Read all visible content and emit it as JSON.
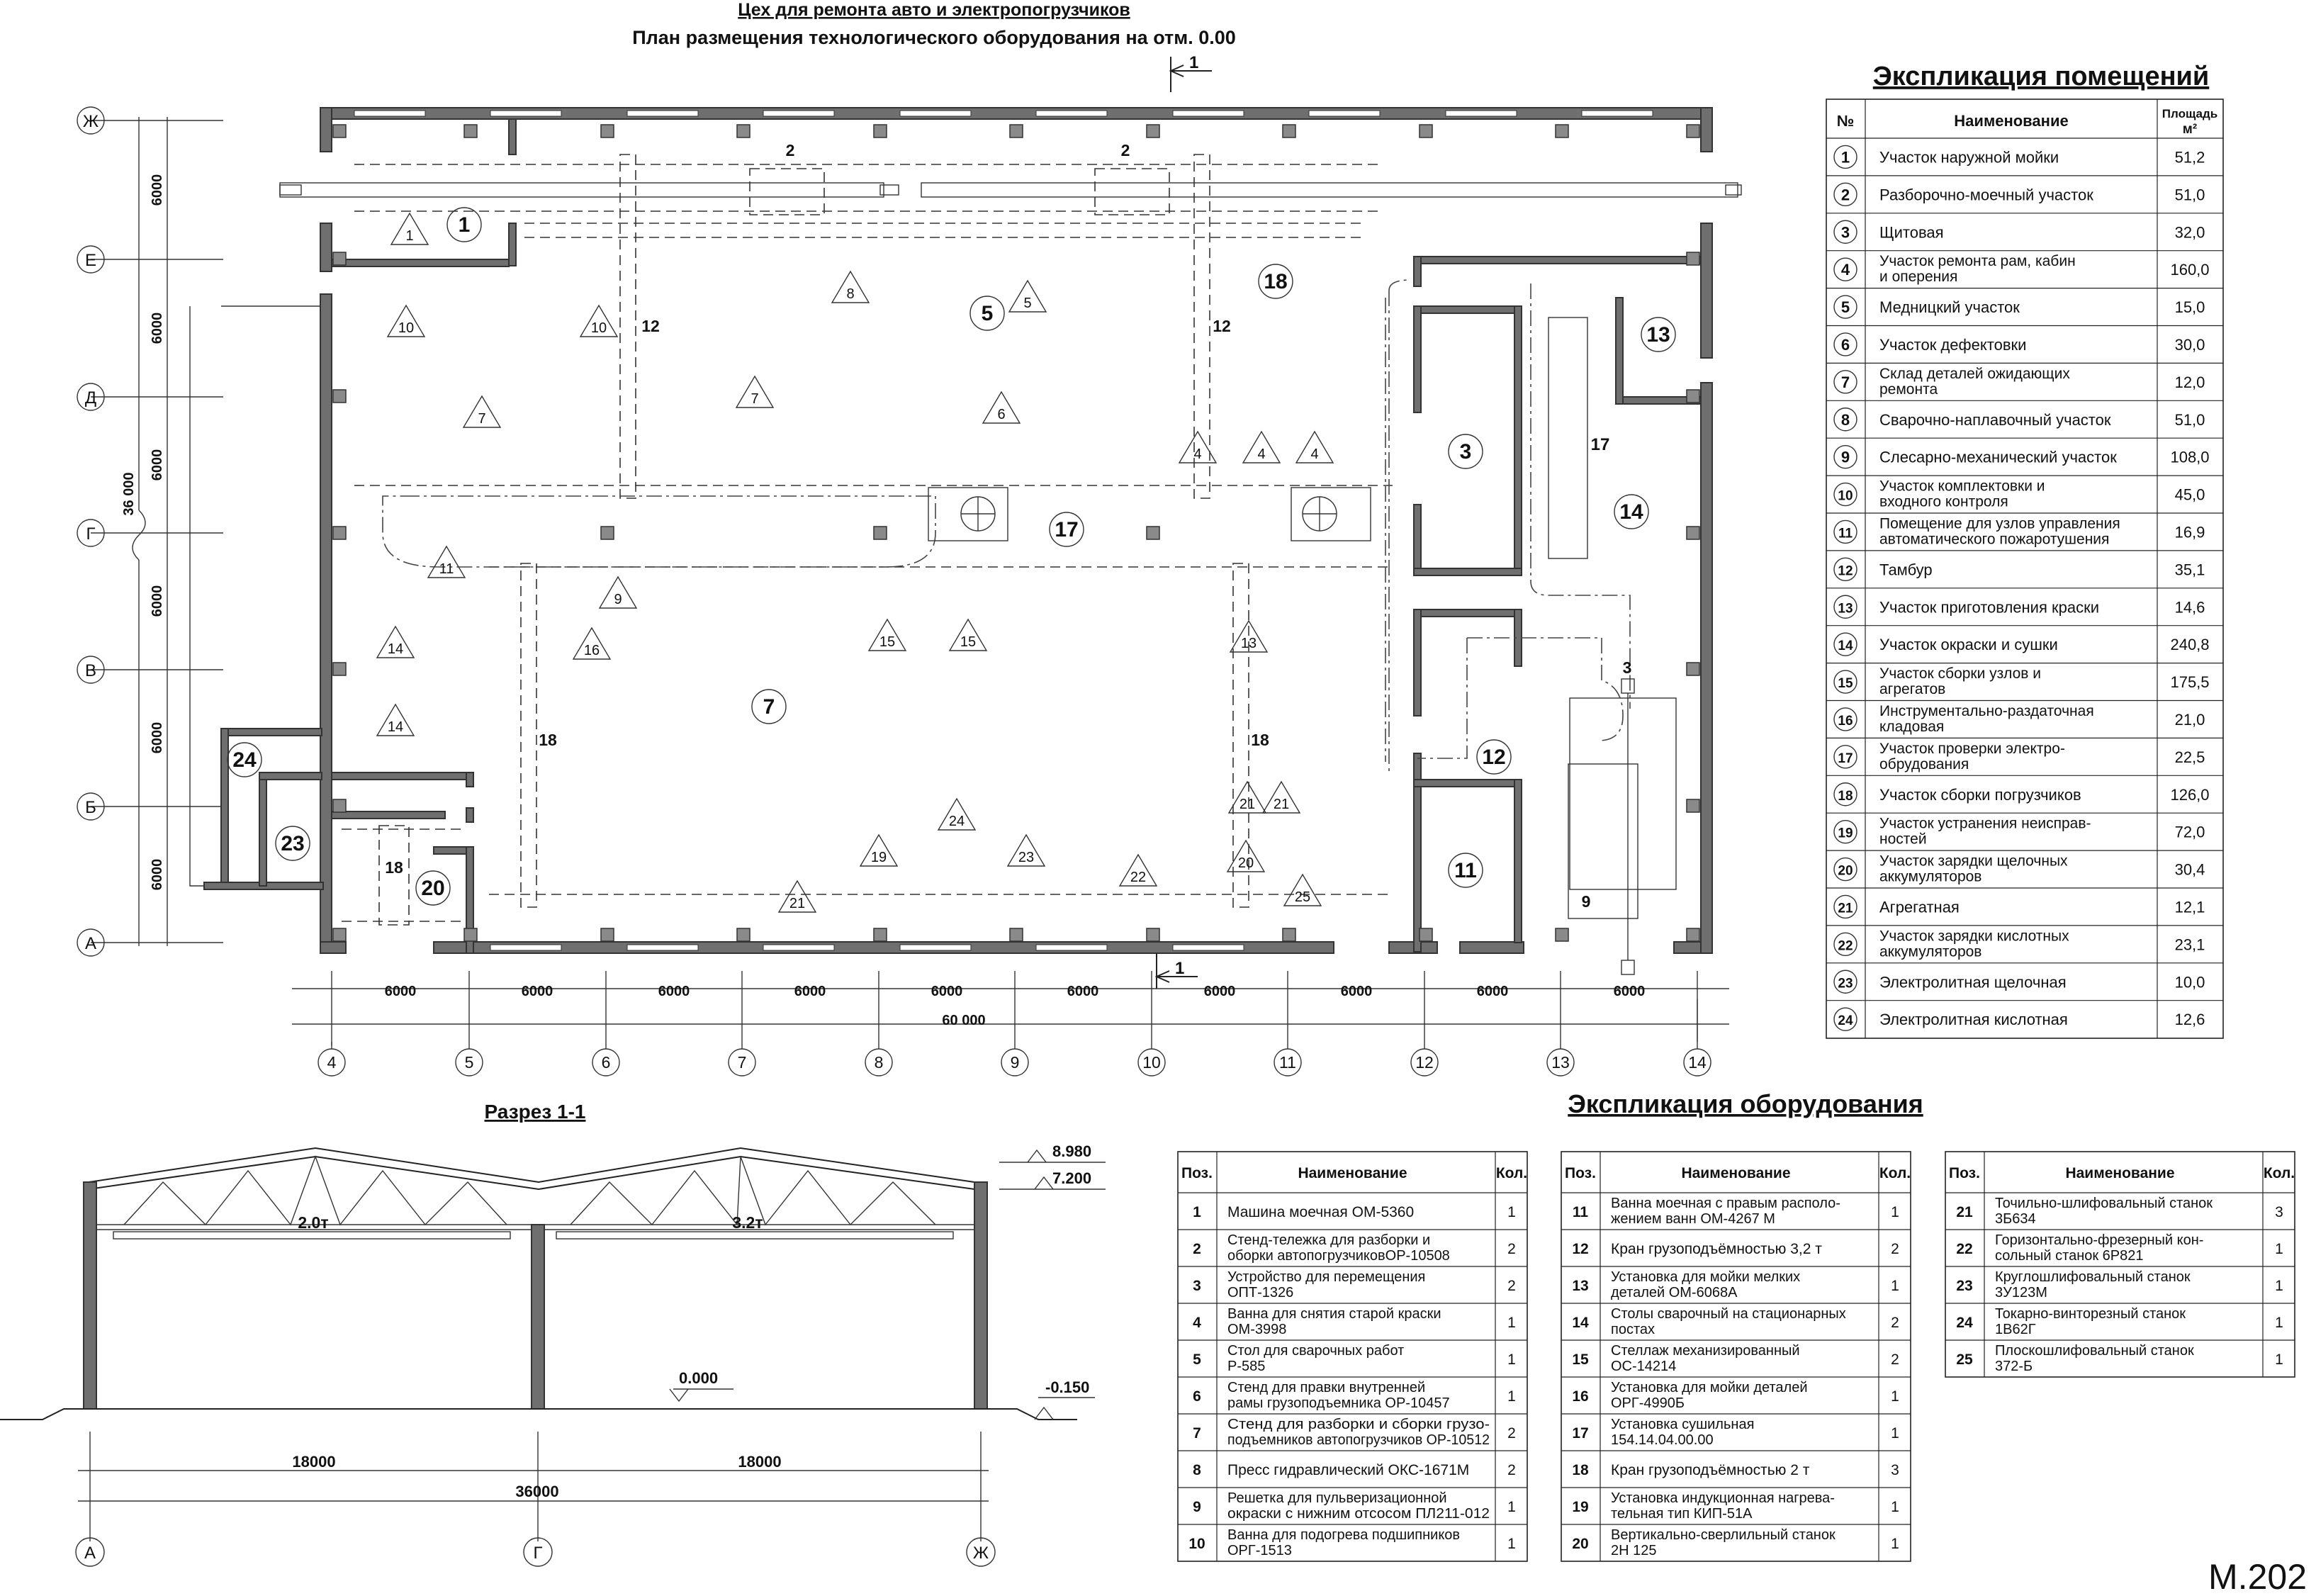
{
  "header": {
    "title": "Цех для ремонта авто и электропогрузчиков",
    "subtitle": "План размещения технологического оборудования на отм. 0.00"
  },
  "sheet_code": "М.202",
  "plan": {
    "axis_letters": [
      "Ж",
      "Е",
      "Д",
      "Г",
      "В",
      "Б",
      "А"
    ],
    "axis_numbers": [
      "4",
      "5",
      "6",
      "7",
      "8",
      "9",
      "10",
      "11",
      "12",
      "13",
      "14"
    ],
    "vertical_spans": [
      "6000",
      "6000",
      "6000",
      "6000",
      "6000",
      "6000"
    ],
    "vertical_total": "36 000",
    "horizontal_spans": [
      "6000",
      "6000",
      "6000",
      "6000",
      "6000",
      "6000",
      "6000",
      "6000",
      "6000",
      "6000"
    ],
    "horizontal_total": "60 000",
    "section_mark": "1",
    "crane_marks": {
      "top": "2",
      "gantry_a": "12",
      "gantry_b": "18",
      "right": "3",
      "storage": "9",
      "gantry_small": "18"
    },
    "room_markers": [
      "1",
      "18",
      "5",
      "13",
      "3",
      "17",
      "14",
      "7",
      "12",
      "11",
      "24",
      "23",
      "20"
    ],
    "equipment_markers": [
      "1",
      "10",
      "10",
      "7",
      "8",
      "7",
      "5",
      "6",
      "4",
      "4",
      "4",
      "11",
      "9",
      "16",
      "14",
      "14",
      "15",
      "15",
      "13",
      "24",
      "19",
      "23",
      "22",
      "21",
      "21",
      "21",
      "20",
      "25"
    ]
  },
  "section": {
    "title": "Разрез 1-1",
    "elev_top": "8.980",
    "elev_mid": "7.200",
    "elev_floor": "0.000",
    "elev_ground": "-0.150",
    "crane_left": "2.0т",
    "crane_right": "3.2т",
    "span_left": "18000",
    "span_right": "18000",
    "span_total": "36000",
    "axes": [
      "А",
      "Г",
      "Ж"
    ]
  },
  "rooms_table": {
    "title": "Экспликация помещений",
    "col_no": "№",
    "col_name": "Наименование",
    "col_area": "Площадь",
    "col_area_unit": "м²",
    "rows": [
      {
        "no": "1",
        "name": [
          "Участок наружной мойки"
        ],
        "area": "51,2"
      },
      {
        "no": "2",
        "name": [
          "Разборочно-моечный участок"
        ],
        "area": "51,0"
      },
      {
        "no": "3",
        "name": [
          "Щитовая"
        ],
        "area": "32,0"
      },
      {
        "no": "4",
        "name": [
          "Участок ремонта рам, кабин",
          "и оперения"
        ],
        "area": "160,0"
      },
      {
        "no": "5",
        "name": [
          "Медницкий участок"
        ],
        "area": "15,0"
      },
      {
        "no": "6",
        "name": [
          "Участок дефектовки"
        ],
        "area": "30,0"
      },
      {
        "no": "7",
        "name": [
          "Склад деталей ожидающих",
          "ремонта"
        ],
        "area": "12,0"
      },
      {
        "no": "8",
        "name": [
          "Сварочно-наплавочный участок"
        ],
        "area": "51,0"
      },
      {
        "no": "9",
        "name": [
          "Слесарно-механический участок"
        ],
        "area": "108,0"
      },
      {
        "no": "10",
        "name": [
          "Участок комплектовки и",
          "входного контроля"
        ],
        "area": "45,0"
      },
      {
        "no": "11",
        "name": [
          "Помещение для узлов управления",
          "автоматического пожаротушения"
        ],
        "area": "16,9"
      },
      {
        "no": "12",
        "name": [
          "Тамбур"
        ],
        "area": "35,1"
      },
      {
        "no": "13",
        "name": [
          "Участок приготовления краски"
        ],
        "area": "14,6"
      },
      {
        "no": "14",
        "name": [
          "Участок окраски и сушки"
        ],
        "area": "240,8"
      },
      {
        "no": "15",
        "name": [
          "Участок сборки узлов и",
          "агрегатов"
        ],
        "area": "175,5"
      },
      {
        "no": "16",
        "name": [
          "Инструментально-раздаточная",
          "кладовая"
        ],
        "area": "21,0"
      },
      {
        "no": "17",
        "name": [
          "Участок проверки электро-",
          "обрудования"
        ],
        "area": "22,5"
      },
      {
        "no": "18",
        "name": [
          "Участок сборки погрузчиков"
        ],
        "area": "126,0"
      },
      {
        "no": "19",
        "name": [
          "Участок устранения неисправ-",
          "ностей"
        ],
        "area": "72,0"
      },
      {
        "no": "20",
        "name": [
          "Участок зарядки щелочных",
          "аккумуляторов"
        ],
        "area": "30,4"
      },
      {
        "no": "21",
        "name": [
          "Агрегатная"
        ],
        "area": "12,1"
      },
      {
        "no": "22",
        "name": [
          "Участок зарядки кислотных",
          "аккумуляторов"
        ],
        "area": "23,1"
      },
      {
        "no": "23",
        "name": [
          "Электролитная щелочная"
        ],
        "area": "10,0"
      },
      {
        "no": "24",
        "name": [
          "Электролитная кислотная"
        ],
        "area": "12,6"
      }
    ]
  },
  "equipment_table": {
    "title": "Экспликация оборудования",
    "col_pos": "Поз.",
    "col_name": "Наименование",
    "col_qty": "Кол.",
    "groups": [
      [
        {
          "pos": "1",
          "name": [
            "Машина моечная ОМ-5360"
          ],
          "qty": "1"
        },
        {
          "pos": "2",
          "name": [
            "Стенд-тележка для разборки и",
            "оборки автопогрузчиковОР-10508"
          ],
          "qty": "2"
        },
        {
          "pos": "3",
          "name": [
            "Устройство для перемещения",
            "ОПТ-1326"
          ],
          "qty": "2"
        },
        {
          "pos": "4",
          "name": [
            "Ванна для снятия старой краски",
            "ОМ-3998"
          ],
          "qty": "1"
        },
        {
          "pos": "5",
          "name": [
            "Стол для сварочных работ",
            "Р-585"
          ],
          "qty": "1"
        },
        {
          "pos": "6",
          "name": [
            "Стенд для правки внутренней",
            "рамы грузоподъемника ОР-10457"
          ],
          "qty": "1"
        },
        {
          "pos": "7",
          "name": [
            "Стенд для разборки и сборки грузо-",
            "подъемников автопогрузчиков ОР-10512"
          ],
          "qty": "2"
        },
        {
          "pos": "8",
          "name": [
            "Пресс гидравлический ОКС-1671М"
          ],
          "qty": "2"
        },
        {
          "pos": "9",
          "name": [
            "Решетка для пульверизационной",
            "окраски с нижним отсосом ПЛ211-012"
          ],
          "qty": "1"
        },
        {
          "pos": "10",
          "name": [
            "Ванна для подогрева подшипников",
            "ОРГ-1513"
          ],
          "qty": "1"
        }
      ],
      [
        {
          "pos": "11",
          "name": [
            "Ванна моечная с правым располо-",
            "жением ванн ОМ-4267 М"
          ],
          "qty": "1"
        },
        {
          "pos": "12",
          "name": [
            "Кран грузоподъёмностью 3,2 т"
          ],
          "qty": "2"
        },
        {
          "pos": "13",
          "name": [
            "Установка для мойки мелких",
            "деталей ОМ-6068А"
          ],
          "qty": "1"
        },
        {
          "pos": "14",
          "name": [
            "Столы сварочный на стационарных",
            "постах"
          ],
          "qty": "2"
        },
        {
          "pos": "15",
          "name": [
            "Стеллаж механизированный",
            "ОС-14214"
          ],
          "qty": "2"
        },
        {
          "pos": "16",
          "name": [
            "Установка для мойки деталей",
            "ОРГ-4990Б"
          ],
          "qty": "1"
        },
        {
          "pos": "17",
          "name": [
            "Установка сушильная",
            "154.14.04.00.00"
          ],
          "qty": "1"
        },
        {
          "pos": "18",
          "name": [
            "Кран грузоподъёмностью 2 т"
          ],
          "qty": "3"
        },
        {
          "pos": "19",
          "name": [
            "Установка индукционная нагрева-",
            "тельная тип КИП-51А"
          ],
          "qty": "1"
        },
        {
          "pos": "20",
          "name": [
            "Вертикально-сверлильный станок",
            "2Н 125"
          ],
          "qty": "1"
        }
      ],
      [
        {
          "pos": "21",
          "name": [
            "Точильно-шлифовальный станок",
            "3Б634"
          ],
          "qty": "3"
        },
        {
          "pos": "22",
          "name": [
            "Горизонтально-фрезерный кон-",
            "сольный станок 6Р821"
          ],
          "qty": "1"
        },
        {
          "pos": "23",
          "name": [
            "Круглошлифовальный станок",
            "3У123М"
          ],
          "qty": "1"
        },
        {
          "pos": "24",
          "name": [
            "Токарно-винторезный станок",
            "1В62Г"
          ],
          "qty": "1"
        },
        {
          "pos": "25",
          "name": [
            "Плоскошлифовальный станок",
            "372-Б"
          ],
          "qty": "1"
        }
      ]
    ]
  }
}
